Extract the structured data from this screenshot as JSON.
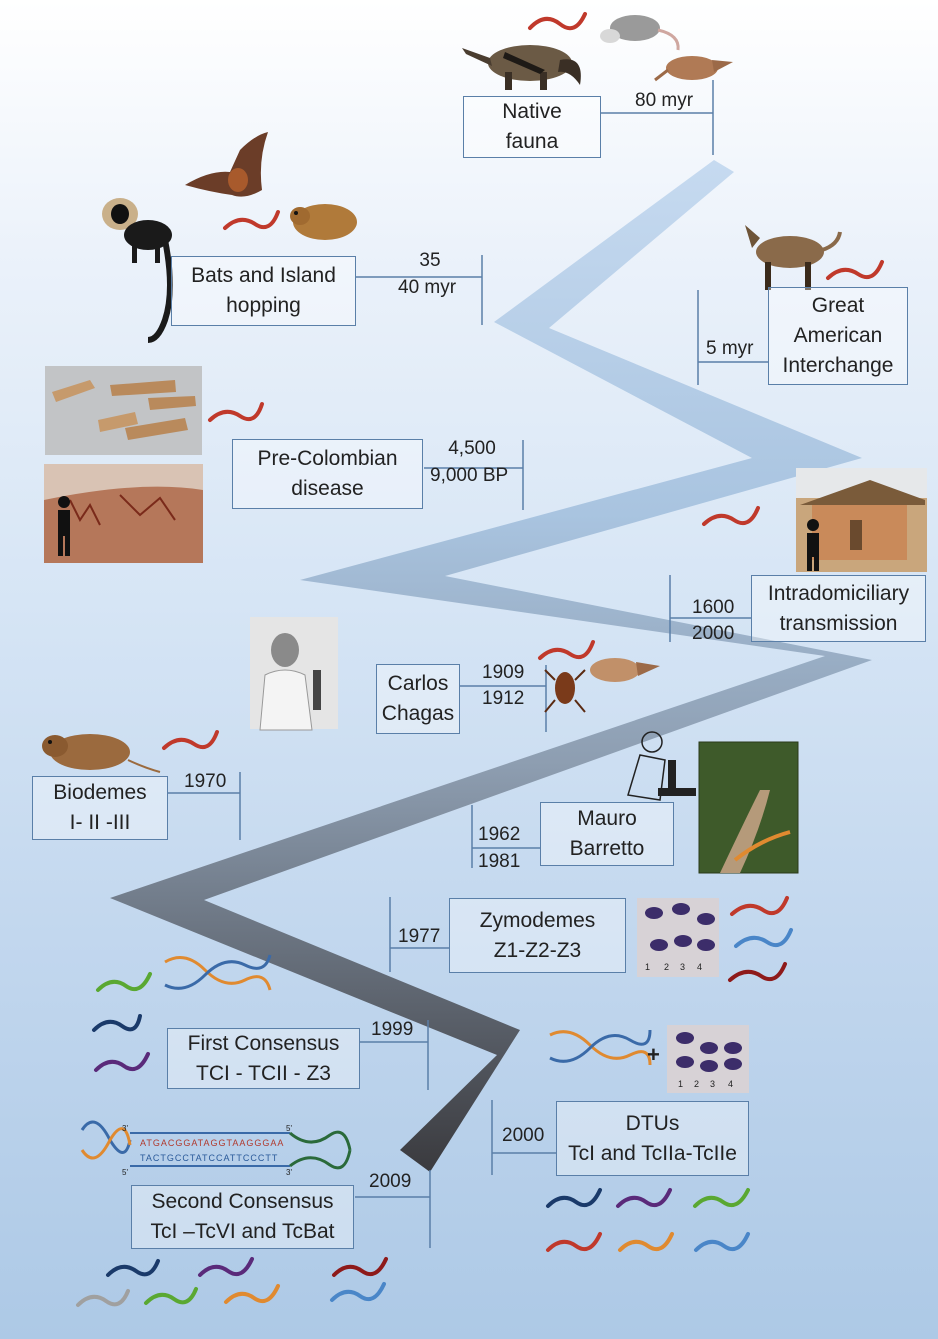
{
  "events": [
    {
      "id": "native-fauna",
      "line1": "Native",
      "line2": "fauna",
      "time1": "80 myr",
      "time2": ""
    },
    {
      "id": "bats",
      "line1": "Bats and Island",
      "line2": "hopping",
      "time1": "35",
      "time2": "40 myr"
    },
    {
      "id": "great-american",
      "line1": "Great",
      "line2": "American",
      "line3": "Interchange",
      "time1": "5 myr",
      "time2": ""
    },
    {
      "id": "pre-colombian",
      "line1": "Pre-Colombian",
      "line2": "disease",
      "time1": "4,500",
      "time2": "9,000 BP"
    },
    {
      "id": "intradomiciliary",
      "line1": "Intradomiciliary",
      "line2": "transmission",
      "time1": "1600",
      "time2": "2000"
    },
    {
      "id": "carlos-chagas",
      "line1": "Carlos",
      "line2": "Chagas",
      "time1": "1909",
      "time2": "1912"
    },
    {
      "id": "biodemes",
      "line1": "Biodemes",
      "line2": "I- II -III",
      "time1": "1970",
      "time2": ""
    },
    {
      "id": "mauro-barretto",
      "line1": "Mauro",
      "line2": "Barretto",
      "time1": "1962",
      "time2": "1981"
    },
    {
      "id": "zymodemes",
      "line1": "Zymodemes",
      "line2": "Z1-Z2-Z3",
      "time1": "1977",
      "time2": ""
    },
    {
      "id": "first-consensus",
      "line1": "First Consensus",
      "line2": "TCI - TCII - Z3",
      "time1": "1999",
      "time2": ""
    },
    {
      "id": "dtus",
      "line1": "DTUs",
      "line2": "TcI and TcIIa-TcIIe",
      "time1": "2000",
      "time2": ""
    },
    {
      "id": "second-consensus",
      "line1": "Second Consensus",
      "line2": "TcI –TcVI and TcBat",
      "time1": "2009",
      "time2": ""
    }
  ],
  "gel_lanes": [
    "1",
    "2",
    "3",
    "4"
  ],
  "plus_sign": "+",
  "dna_labels": {
    "top5": "3'",
    "top3": "5'",
    "seq1": "ATGACGGATAGGTAAGGGAA",
    "seq2": "TACTGCCTATCCATTCCCTT",
    "bot5": "5'",
    "bot3": "3'"
  },
  "colors": {
    "path_top": "#bcd4ec",
    "path_bottom": "#3e3e42",
    "frame": "#5a7fa8",
    "parasite_red": "#c0392b"
  }
}
